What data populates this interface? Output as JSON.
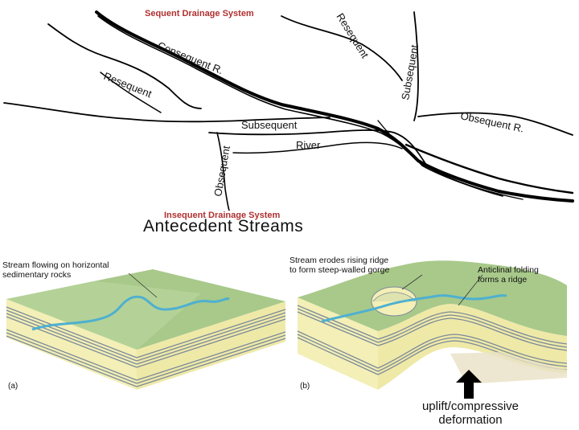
{
  "top_diagram": {
    "title": "Sequent Drainage System",
    "labels": {
      "consequent": "Consequent R.",
      "resequent_left": "Resequent",
      "resequent_top": "Resequent",
      "subsequent_vertical": "Subsequent",
      "subsequent_river_line1": "Subsequent",
      "subsequent_river_line2": "River",
      "obsequent_right": "Obsequent R.",
      "obsequent_bottom": "Obsequent"
    }
  },
  "insequent_title": "Insequent  Drainage System",
  "antecedent": {
    "title": "Antecedent Streams",
    "panel_a": {
      "label": "(a)",
      "caption_line1": "Stream flowing on horizontal",
      "caption_line2": "sedimentary rocks"
    },
    "panel_b": {
      "label": "(b)",
      "caption_left_line1": "Stream erodes rising ridge",
      "caption_left_line2": "to form steep-walled gorge",
      "caption_right_line1": "Anticlinal folding",
      "caption_right_line2": "forms a ridge"
    },
    "uplift_line1": "uplift/compressive",
    "uplift_line2": "deformation"
  },
  "colors": {
    "red_title": "#b03030",
    "surface_green": "#a8c98a",
    "stream_blue": "#4fb0d0",
    "sandstone": "#f3efb6",
    "shale": "#7b8a99"
  }
}
